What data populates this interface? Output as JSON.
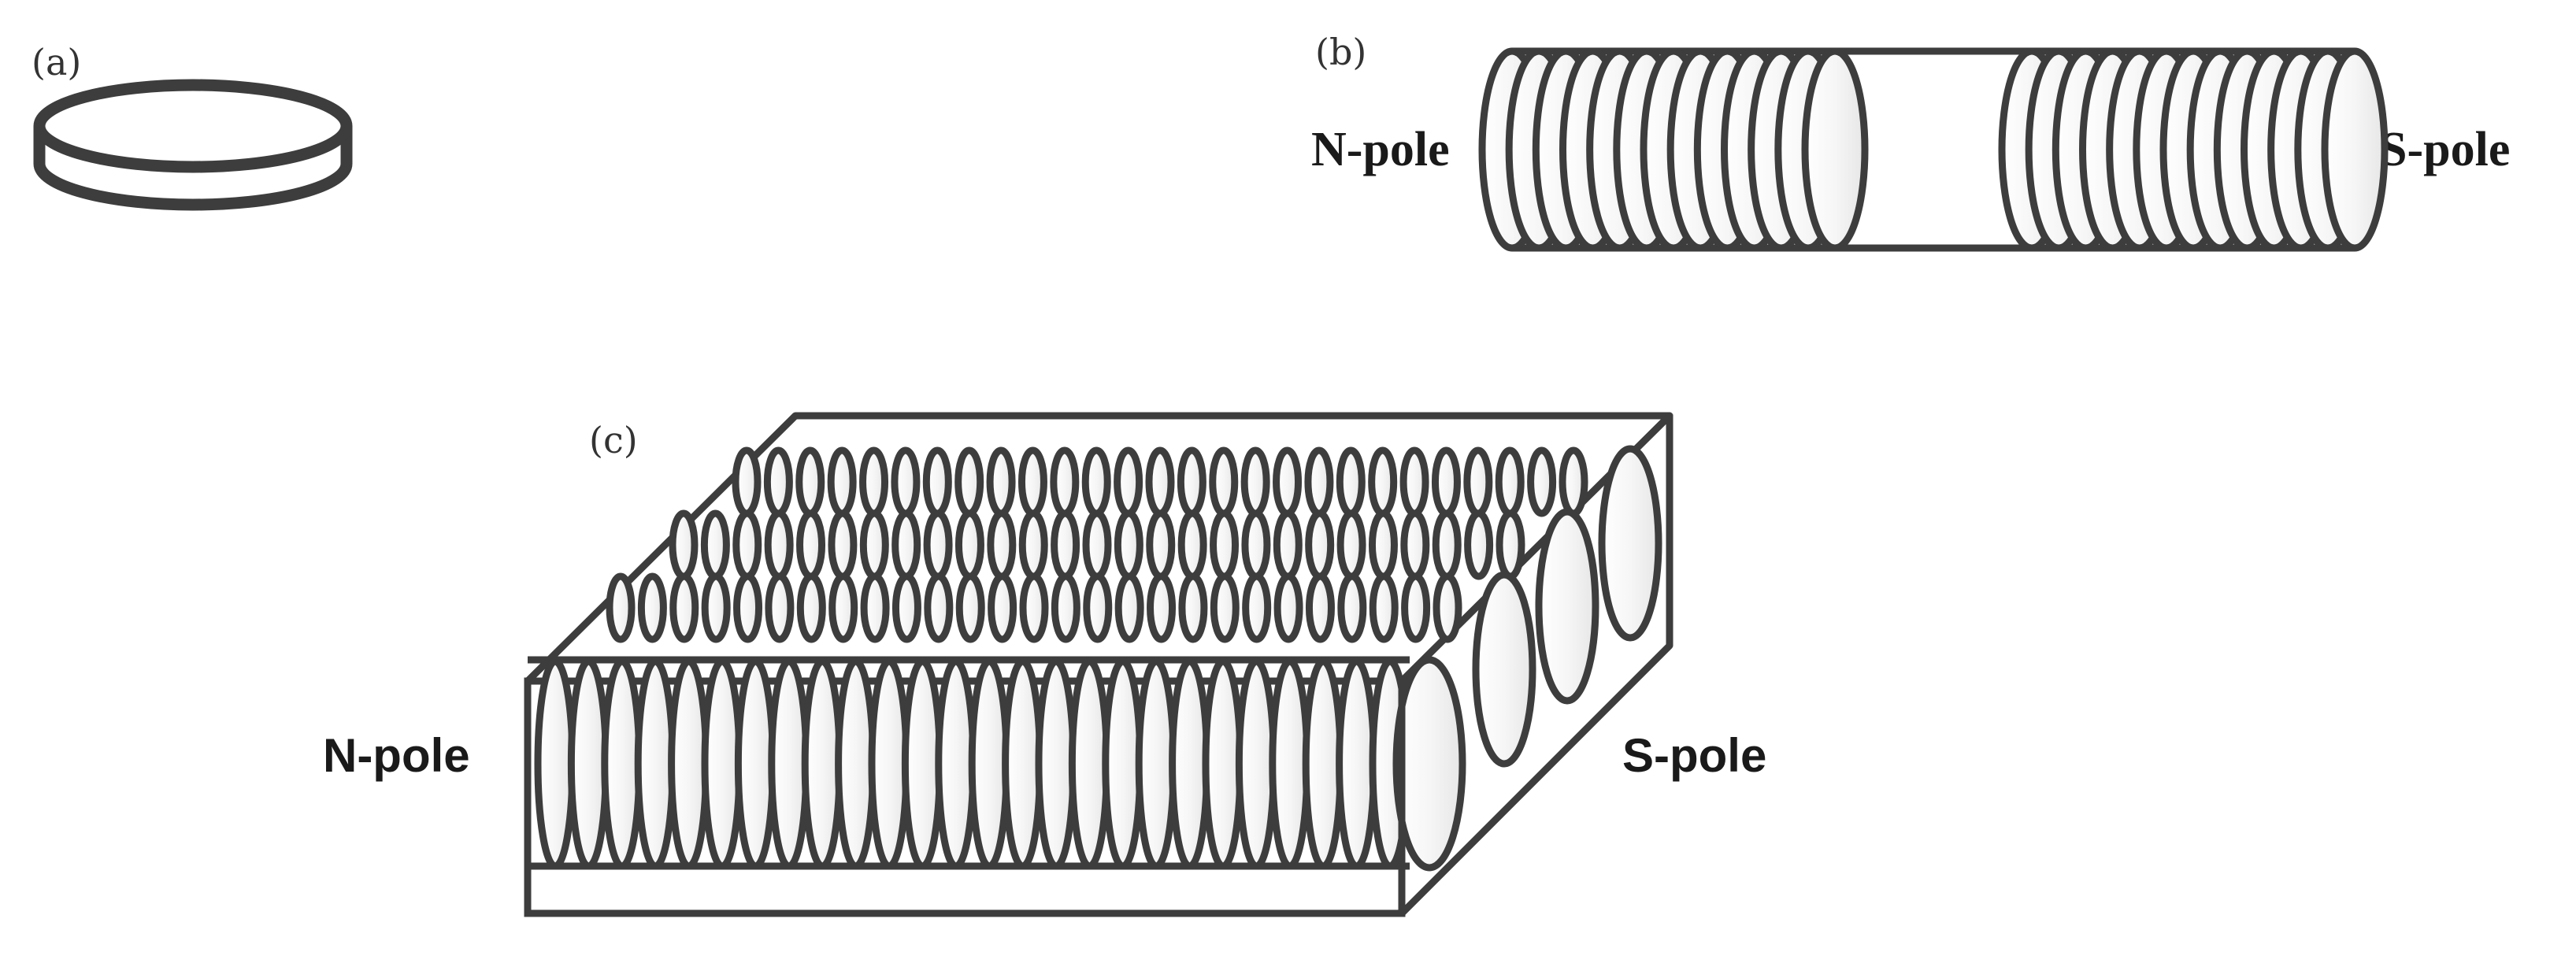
{
  "panels": {
    "a": {
      "label": "(a)"
    },
    "b": {
      "label": "(b)",
      "left_label": "N-pole",
      "right_label": "S-pole"
    },
    "c": {
      "label": "(c)",
      "left_label": "N-pole",
      "right_label": "S-pole"
    }
  },
  "colors": {
    "stroke": "#3d3d3d",
    "disc_fill": "#f4f4f4",
    "text": "#1a1a1a"
  }
}
